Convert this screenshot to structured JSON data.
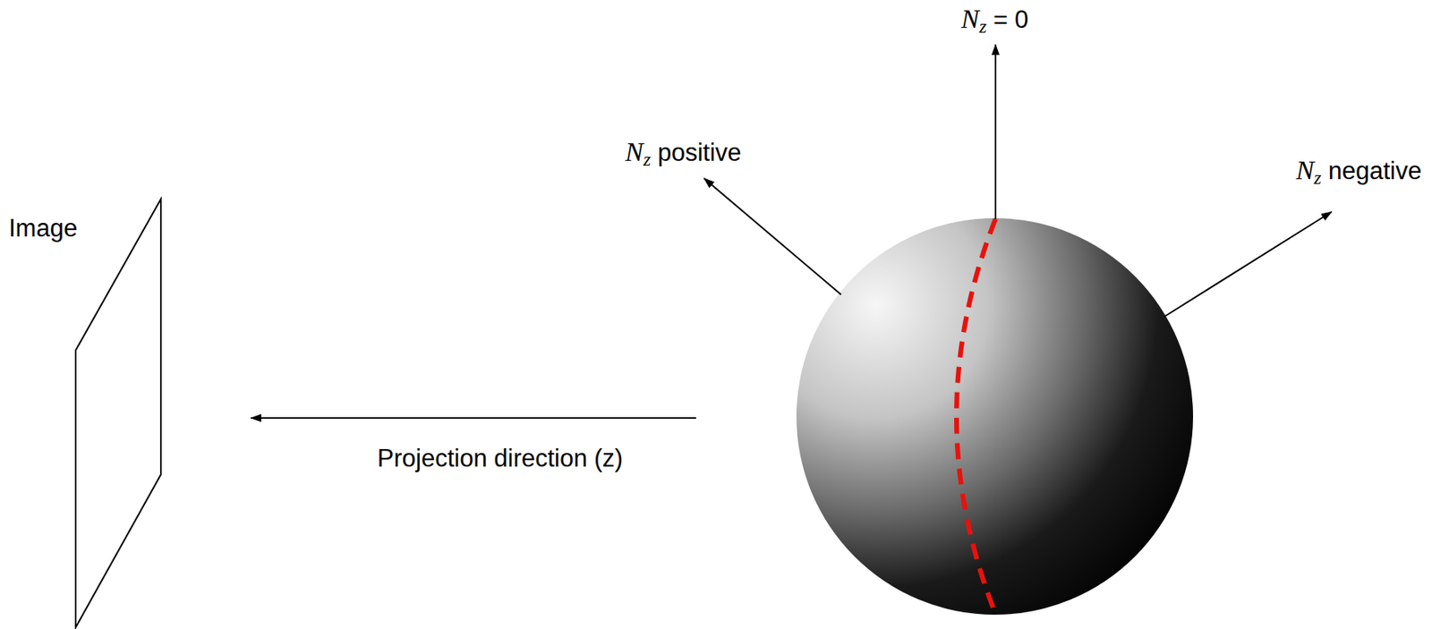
{
  "diagram": {
    "labels": [
      "Image",
      "Projection direction (z)",
      "Nz positive",
      "Nz = 0",
      "Nz negative"
    ]
  }
}
